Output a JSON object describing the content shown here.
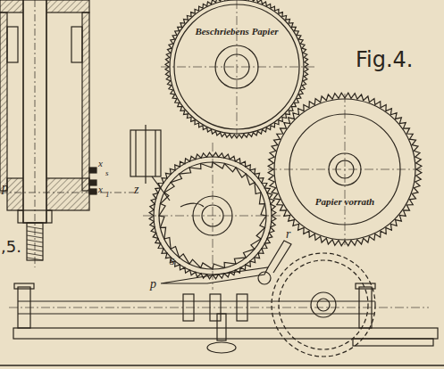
{
  "diagram": {
    "nodes": [
      {
        "text": [
          "Beschriebens Papier"
        ]
      },
      {
        "text": [
          "Papier vorrath"
        ]
      }
    ],
    "labels": [
      "Fig.4.",
      "z",
      "s",
      "p",
      "r",
      "p",
      "x",
      "s",
      "x",
      "1",
      ",5."
    ]
  }
}
